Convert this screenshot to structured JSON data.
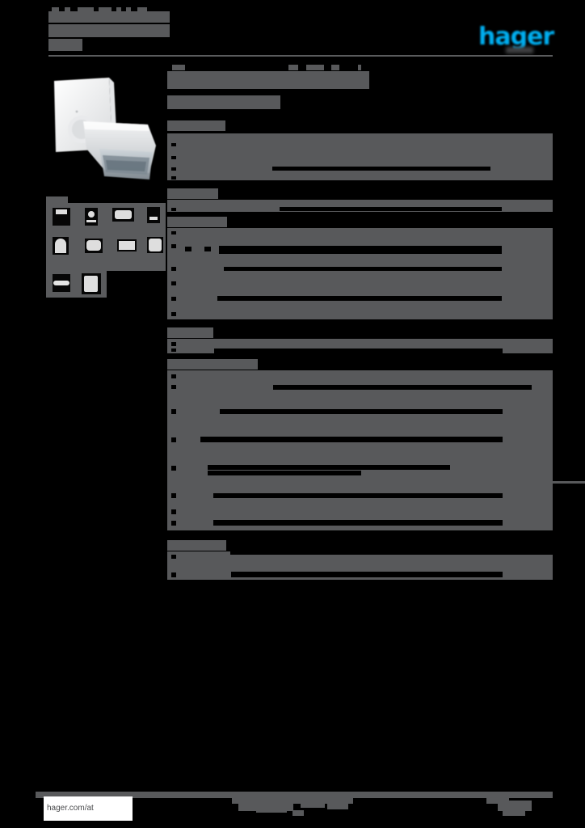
{
  "document": {
    "type": "product-datasheet",
    "brand": "hager",
    "brand_color": "#00AEEF",
    "page_background": "#000000",
    "redaction_color": "#58595b",
    "product_name_redacted": true
  },
  "header": {
    "title_line1": "",
    "title_line2": "",
    "reference_line": "",
    "logo_text": "hager"
  },
  "product": {
    "image_alt": "motion-detector",
    "icon_count": 10,
    "icons": [
      {
        "name": "icon-ip-rating"
      },
      {
        "name": "icon-detection-angle"
      },
      {
        "name": "icon-reach"
      },
      {
        "name": "icon-mounting-height"
      },
      {
        "name": "icon-lux"
      },
      {
        "name": "icon-timer"
      },
      {
        "name": "icon-load"
      },
      {
        "name": "icon-temperature"
      },
      {
        "name": "icon-switch"
      },
      {
        "name": "icon-wall-mount"
      }
    ]
  },
  "content": {
    "title": "",
    "subtitle": "",
    "sections": [
      {
        "heading": "",
        "rows": [
          "",
          "",
          "",
          ""
        ]
      },
      {
        "heading": "",
        "rows": [
          ""
        ]
      },
      {
        "heading": "",
        "rows": [
          "",
          "",
          "",
          "",
          "",
          ""
        ]
      },
      {
        "heading": "",
        "rows": [
          ""
        ]
      },
      {
        "heading": "",
        "rows": [
          "",
          "",
          "",
          "",
          "",
          "",
          "",
          "",
          "",
          ""
        ]
      },
      {
        "heading": "",
        "rows": [
          "",
          ""
        ]
      }
    ]
  },
  "footer": {
    "url": "hager.com/at",
    "center_text": "",
    "right_text": ""
  }
}
